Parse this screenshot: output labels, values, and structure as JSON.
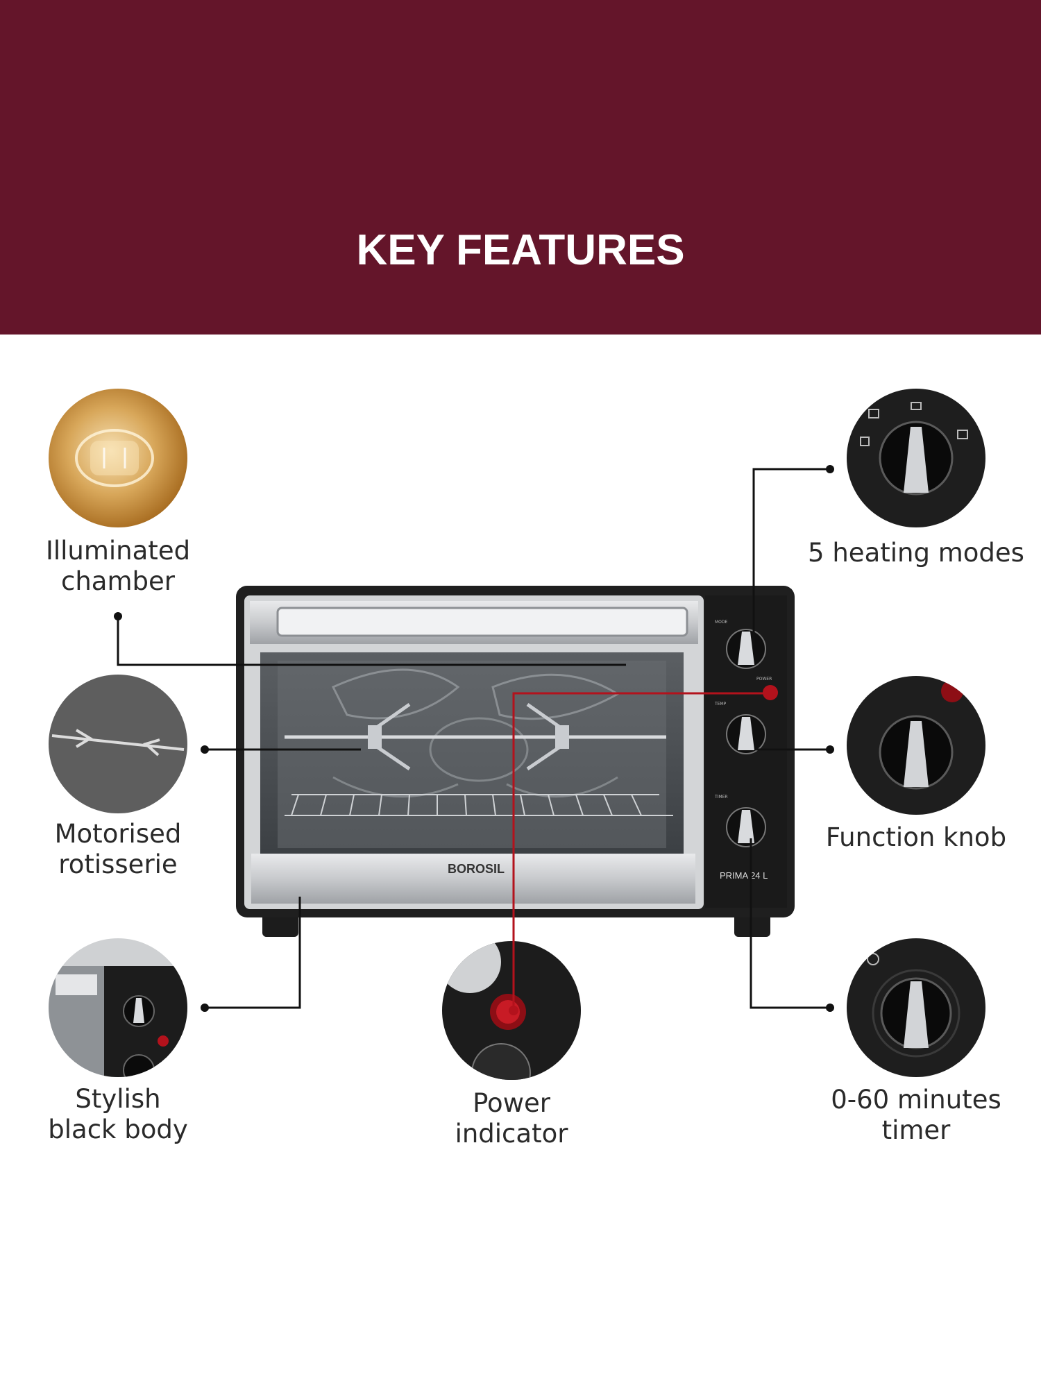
{
  "header": {
    "title": "KEY FEATURES"
  },
  "product": {
    "brand": "BOROSIL",
    "model": "PRIMA 24 L"
  },
  "features": {
    "illuminated": {
      "line1": "Illuminated",
      "line2": "chamber"
    },
    "rotisserie": {
      "line1": "Motorised",
      "line2": "rotisserie"
    },
    "body": {
      "line1": "Stylish",
      "line2": "black body"
    },
    "power": {
      "line1": "Power",
      "line2": "indicator"
    },
    "modes": {
      "line1": "5 heating modes"
    },
    "knob": {
      "line1": "Function knob"
    },
    "timer": {
      "line1": "0-60 minutes",
      "line2": "timer"
    }
  },
  "colors": {
    "brand": "#64152a",
    "line": "#1a1a1a",
    "power_line": "#b3121c"
  },
  "panel_marks": {
    "mode": "MODE",
    "power": "POWER",
    "temp": "TEMP",
    "timer": "TIMER"
  }
}
